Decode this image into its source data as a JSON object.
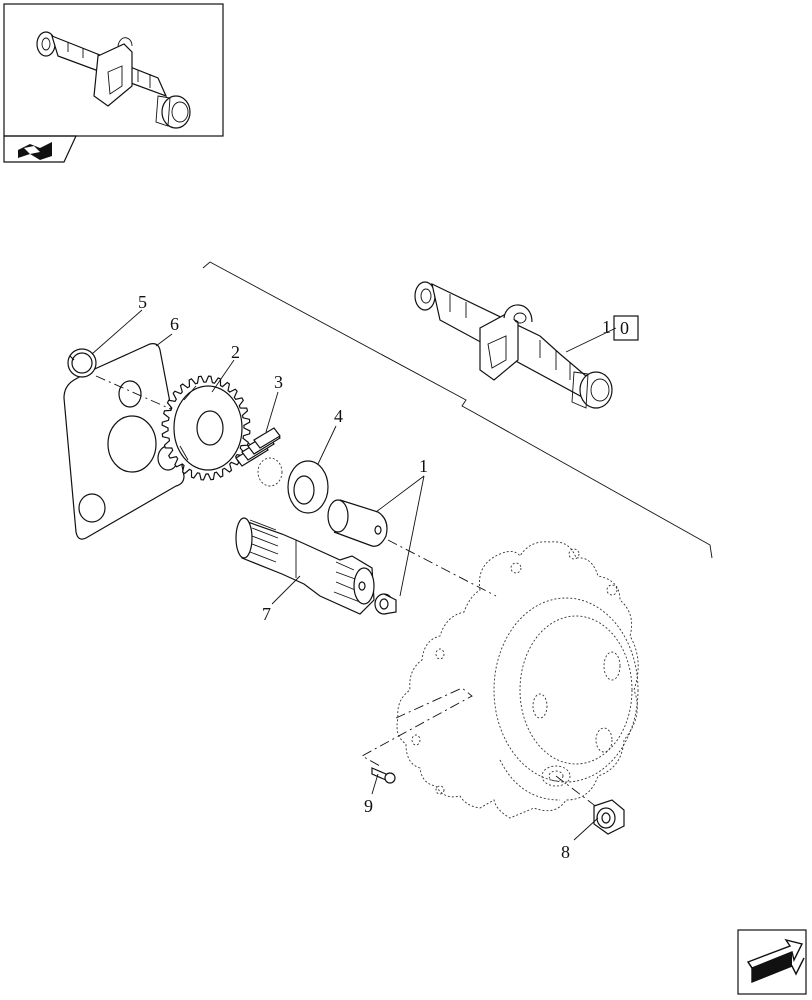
{
  "callouts": {
    "c1": "1",
    "c2": "2",
    "c3": "3",
    "c4": "4",
    "c5": "5",
    "c6": "6",
    "c7": "7",
    "c8": "8",
    "c9": "9"
  },
  "reference_box": {
    "prefix": "1",
    "value": "0"
  },
  "icons": {
    "thumbnail": "axle-thumbnail-icon",
    "previous_page": "previous-page-icon",
    "next_page": "next-page-arrow-icon"
  }
}
